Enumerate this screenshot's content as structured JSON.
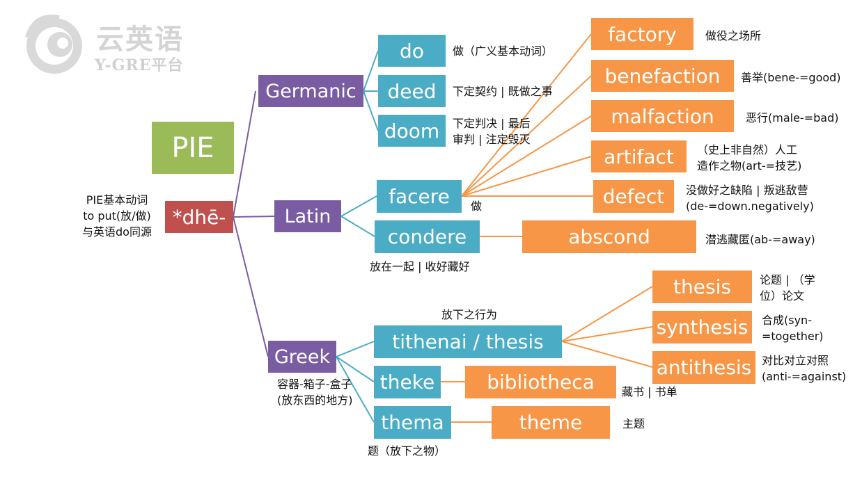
{
  "logo": {
    "title": "云英语",
    "subtitle": "Y-GRE平台"
  },
  "root": {
    "title": "PIE",
    "root_word": "*dhē-",
    "note": [
      "PIE基本动词",
      "to put(放/做)",
      "与英语do同源"
    ]
  },
  "branches": {
    "germanic": {
      "label": "Germanic",
      "words": [
        {
          "word": "do",
          "meaning": [
            "做（广义基本动词）"
          ]
        },
        {
          "word": "deed",
          "meaning": [
            "下定契约 | 既做之事"
          ]
        },
        {
          "word": "doom",
          "meaning": [
            "下定判决 | 最后",
            "审判 | 注定毁灭"
          ]
        }
      ]
    },
    "latin": {
      "label": "Latin",
      "facere": {
        "word": "facere",
        "meaning": "做",
        "derivatives": [
          {
            "word": "factory",
            "meaning": [
              "做役之场所"
            ]
          },
          {
            "word": "benefaction",
            "meaning": [
              "善举(bene-=good)"
            ]
          },
          {
            "word": "malfaction",
            "meaning": [
              "恶行(male-=bad)"
            ]
          },
          {
            "word": "artifact",
            "meaning": [
              "（史上非自然）人工",
              "造作之物(art-=技艺)"
            ]
          },
          {
            "word": "defect",
            "meaning": [
              "没做好之缺陷 | 叛逃敌营",
              "(de-=down.negatively)"
            ]
          }
        ]
      },
      "condere": {
        "word": "condere",
        "meaning": "放在一起 | 收好藏好",
        "derivatives": [
          {
            "word": "abscond",
            "meaning": [
              "潜逃藏匿(ab-=away)"
            ]
          }
        ]
      }
    },
    "greek": {
      "label": "Greek",
      "note": [
        "容器-箱子-盒子",
        "(放东西的地方)"
      ],
      "tithenai": {
        "word": "tithenai / thesis",
        "meaning": "放下之行为",
        "derivatives": [
          {
            "word": "thesis",
            "meaning": [
              "论题 | （学",
              "位）论文"
            ]
          },
          {
            "word": "synthesis",
            "meaning": [
              "合成(syn-",
              "=together)"
            ]
          },
          {
            "word": "antithesis",
            "meaning": [
              "对比对立对照",
              "(anti-=against)"
            ]
          }
        ]
      },
      "theke": {
        "word": "theke",
        "derivatives": [
          {
            "word": "bibliotheca",
            "meaning": [
              "藏书 | 书单"
            ]
          }
        ]
      },
      "thema": {
        "word": "thema",
        "meaning": "题（放下之物）",
        "derivatives": [
          {
            "word": "theme",
            "meaning": [
              "主题"
            ]
          }
        ]
      }
    }
  },
  "colors": {
    "purple": "#7a5ca3",
    "teal": "#4bacc6",
    "orange": "#f79646",
    "green": "#9bbb59",
    "red": "#c0504d"
  }
}
